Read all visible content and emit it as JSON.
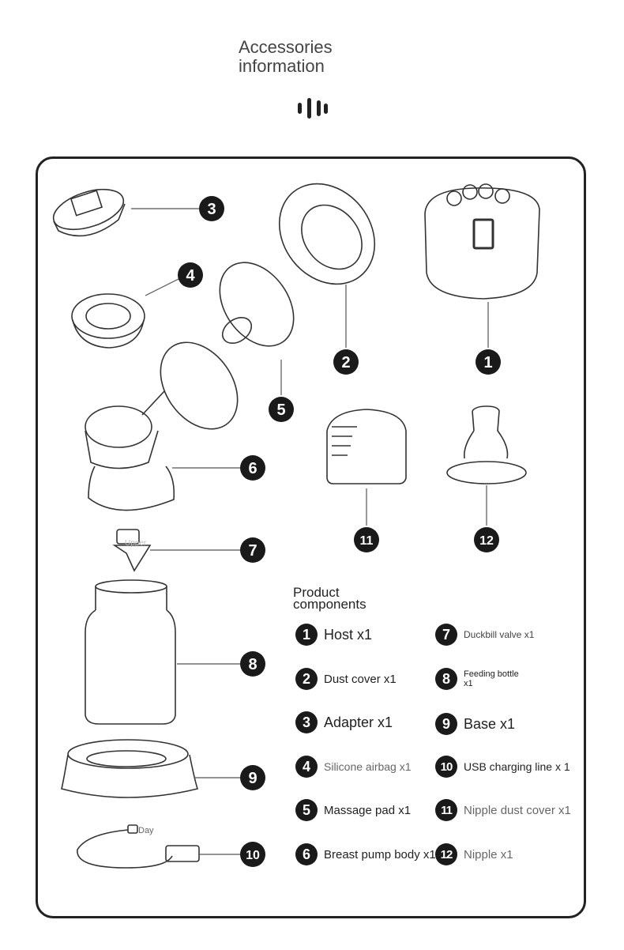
{
  "header": {
    "title": "Accessories information"
  },
  "diagram": {
    "callouts": [
      "1",
      "2",
      "3",
      "4",
      "5",
      "6",
      "7",
      "8",
      "9",
      "10",
      "11",
      "12"
    ],
    "part_text": {
      "upper": "Upper",
      "day": "Day"
    }
  },
  "components": {
    "title": "Product components",
    "items": [
      {
        "num": "1",
        "label": "Host x1"
      },
      {
        "num": "2",
        "label": "Dust cover x1"
      },
      {
        "num": "3",
        "label": "Adapter x1"
      },
      {
        "num": "4",
        "label": "Silicone airbag x1"
      },
      {
        "num": "5",
        "label": "Massage pad x1"
      },
      {
        "num": "6",
        "label": "Breast pump body x1"
      },
      {
        "num": "7",
        "label": "Duckbill valve x1"
      },
      {
        "num": "8",
        "label": "Feeding bottle x1"
      },
      {
        "num": "9",
        "label": "Base x1"
      },
      {
        "num": "10",
        "label": "USB charging line x 1"
      },
      {
        "num": "11",
        "label": "Nipple dust cover x1"
      },
      {
        "num": "12",
        "label": "Nipple x1"
      }
    ]
  }
}
